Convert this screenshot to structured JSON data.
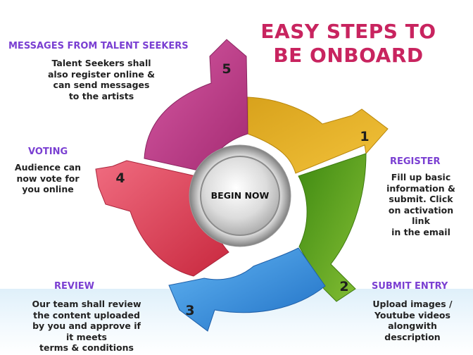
{
  "title": "EASY STEPS TO\nBE ONBOARD",
  "center_label": "BEGIN NOW",
  "steps": [
    {
      "number": "1",
      "title": "REGISTER",
      "description": "Fill up basic\ninformation &\nsubmit. Click\non activation\nlink\nin the email",
      "color": "#e6ac1a"
    },
    {
      "number": "2",
      "title": "SUBMIT ENTRY",
      "description": "Upload images /\nYoutube videos\nalongwith\ndescription",
      "color": "#5b9a1c"
    },
    {
      "number": "3",
      "title": "REVIEW",
      "description": "Our team shall review\nthe content uploaded\nby you and approve if\nit meets\nterms & conditions",
      "color": "#2f8fe0"
    },
    {
      "number": "4",
      "title": "VOTING",
      "description": "Audience can\nnow vote for\nyou online",
      "color": "#e0405c"
    },
    {
      "number": "5",
      "title": "MESSAGES FROM TALENT SEEKERS",
      "description": "Talent Seekers shall\nalso register online &\ncan send messages\nto the artists",
      "color": "#c83e8e"
    }
  ],
  "colors": {
    "title": "#c8245f",
    "step_title": "#7a3fd2"
  }
}
